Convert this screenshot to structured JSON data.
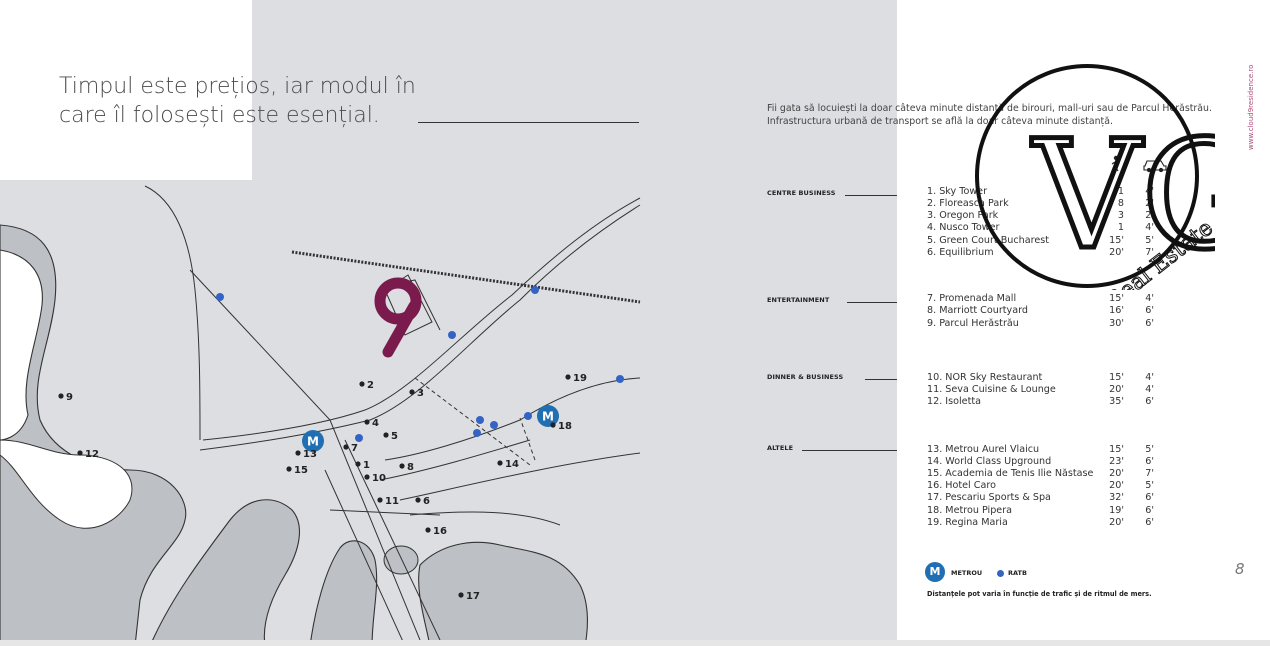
{
  "headline": "Timpul este prețios, iar modul în care îl folosești este esențial.",
  "intro": "Fii gata să locuiești la doar câteva minute distanță de birouri, mall-uri sau de Parcul Herăstrău. Infrastructura urbană de transport se află la doar câteva minute distanță.",
  "side_url": "www.cloud9residence.ro",
  "page_number": "8",
  "watermark": {
    "letters": "VG",
    "text": "Real Estate"
  },
  "categories": {
    "business": {
      "label": "CENTRE BUSINESS"
    },
    "entertainment": {
      "label": "ENTERTAINMENT"
    },
    "dinner": {
      "label": "DINNER & BUSINESS"
    },
    "other": {
      "label": "ALTELE"
    }
  },
  "pois": [
    {
      "name": "1. Sky Tower",
      "walk": "1",
      "drive": "4'"
    },
    {
      "name": "2. Floreasca Park",
      "walk": "8",
      "drive": "2'"
    },
    {
      "name": "3. Oregon Park",
      "walk": "3",
      "drive": "2'"
    },
    {
      "name": "4. Nusco Tower",
      "walk": "1",
      "drive": "4'"
    },
    {
      "name": "5. Green Court Bucharest",
      "walk": "15'",
      "drive": "5'"
    },
    {
      "name": "6. Equilibrium",
      "walk": "20'",
      "drive": "7'"
    },
    {
      "name": "7. Promenada Mall",
      "walk": "15'",
      "drive": "4'"
    },
    {
      "name": "8. Marriott Courtyard",
      "walk": "16'",
      "drive": "6'"
    },
    {
      "name": "9. Parcul Herăstrău",
      "walk": "30'",
      "drive": "6'"
    },
    {
      "name": "10. NOR Sky Restaurant",
      "walk": "15'",
      "drive": "4'"
    },
    {
      "name": "11. Seva Cuisine & Lounge",
      "walk": "20'",
      "drive": "4'"
    },
    {
      "name": "12. Isoletta",
      "walk": "35'",
      "drive": "6'"
    },
    {
      "name": "13. Metrou Aurel Vlaicu",
      "walk": "15'",
      "drive": "5'"
    },
    {
      "name": "14. World Class Upground",
      "walk": "23'",
      "drive": "6'"
    },
    {
      "name": "15. Academia de Tenis Ilie Năstase",
      "walk": "20'",
      "drive": "7'"
    },
    {
      "name": "16. Hotel Caro",
      "walk": "20'",
      "drive": "5'"
    },
    {
      "name": "17. Pescariu Sports & Spa",
      "walk": "32'",
      "drive": "6'"
    },
    {
      "name": "18. Metrou Pipera",
      "walk": "19'",
      "drive": "6'"
    },
    {
      "name": "19. Regina Maria",
      "walk": "20'",
      "drive": "6'"
    }
  ],
  "legend": {
    "metro_symbol": "M",
    "metro_label": "METROU",
    "ratb_label": "RATB"
  },
  "note": "Distanțele pot varia în funcție de trafic și de ritmul de mers.",
  "map": {
    "labels": [
      "1",
      "2",
      "3",
      "4",
      "5",
      "6",
      "7",
      "8",
      "9",
      "10",
      "11",
      "12",
      "13",
      "14",
      "15",
      "16",
      "17",
      "18",
      "19"
    ],
    "metro_symbol": "M"
  },
  "colors": {
    "metro": "#1f6fb2",
    "ratb": "#3563c4",
    "brand": "#7a1a4d",
    "map_bg": "#dddfe2",
    "water": "#bcbfc3"
  }
}
